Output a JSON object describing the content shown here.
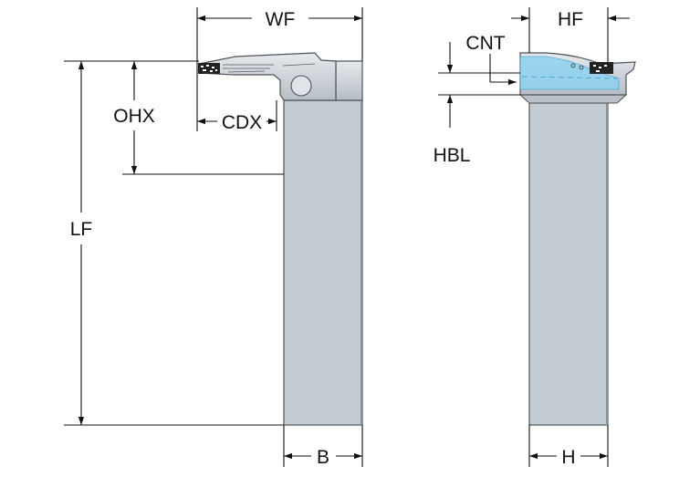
{
  "labels": {
    "wf": "WF",
    "ohx": "OHX",
    "cdx": "CDX",
    "lf": "LF",
    "b": "B",
    "cnt": "CNT",
    "hf": "HF",
    "hbl": "HBL",
    "h": "H"
  },
  "colors": {
    "body": "#c3ccd3",
    "body_edge": "#4d5358",
    "coolant": "#8fd2f0",
    "coolant_edge": "#3fa0d0",
    "insert_dark": "#222222",
    "ink": "#111111"
  }
}
